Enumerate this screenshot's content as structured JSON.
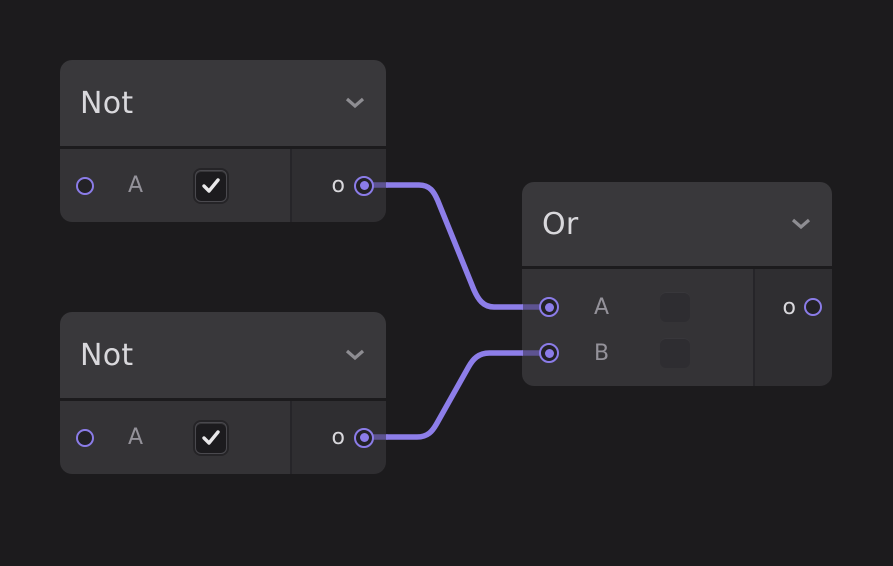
{
  "app": {
    "view": "logic-node-graph-canvas"
  },
  "colors": {
    "background": "#1c1b1d",
    "node_header": "#39383b",
    "node_body": "#343336",
    "node_output_section": "#2f2e31",
    "accent_purple": "#8b7ce8",
    "wire": "#8d7ee9",
    "wire_muted": "#5d5391",
    "input_label": "#94929a",
    "title_text": "#d9d8dc"
  },
  "icons": {
    "collapse": "chevron-down-icon",
    "check": "checkmark-icon"
  },
  "nodes": [
    {
      "id": "not-1",
      "title": "Not",
      "collapsed": false,
      "inputs": [
        {
          "label": "A",
          "connected": false,
          "control": {
            "type": "checkbox",
            "checked": true,
            "dimmed": false
          }
        }
      ],
      "outputs": [
        {
          "label": "o",
          "connected": true
        }
      ]
    },
    {
      "id": "not-2",
      "title": "Not",
      "collapsed": false,
      "inputs": [
        {
          "label": "A",
          "connected": false,
          "control": {
            "type": "checkbox",
            "checked": true,
            "dimmed": false
          }
        }
      ],
      "outputs": [
        {
          "label": "o",
          "connected": true
        }
      ]
    },
    {
      "id": "or-1",
      "title": "Or",
      "collapsed": false,
      "inputs": [
        {
          "label": "A",
          "connected": true,
          "control": {
            "type": "checkbox",
            "checked": false,
            "dimmed": true
          }
        },
        {
          "label": "B",
          "connected": true,
          "control": {
            "type": "checkbox",
            "checked": false,
            "dimmed": true
          }
        }
      ],
      "outputs": [
        {
          "label": "o",
          "connected": false
        }
      ]
    }
  ],
  "wires": [
    {
      "from": "not-1.output.o",
      "to": "or-1.input.A"
    },
    {
      "from": "not-2.output.o",
      "to": "or-1.input.B"
    }
  ]
}
